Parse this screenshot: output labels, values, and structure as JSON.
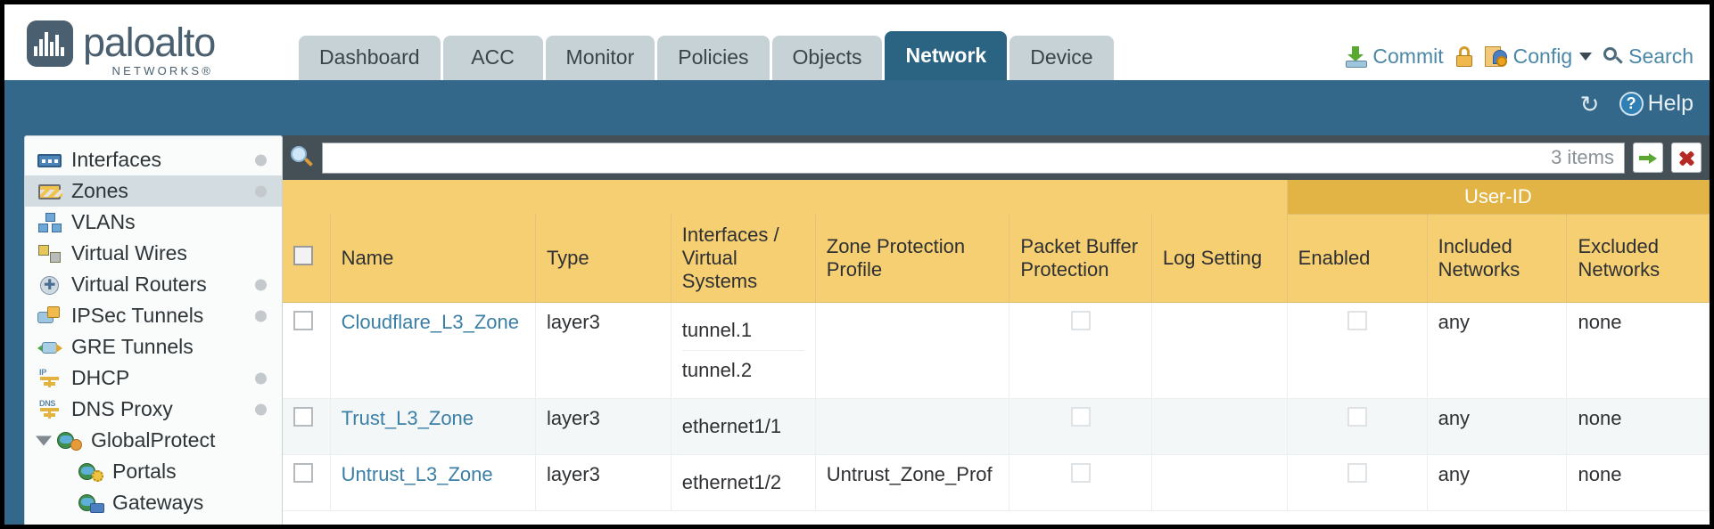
{
  "brand": {
    "name": "paloalto",
    "sub": "NETWORKS®",
    "logo_icon": "paloalto-logo-icon"
  },
  "nav_tabs": [
    {
      "label": "Dashboard",
      "active": false
    },
    {
      "label": "ACC",
      "active": false
    },
    {
      "label": "Monitor",
      "active": false
    },
    {
      "label": "Policies",
      "active": false
    },
    {
      "label": "Objects",
      "active": false
    },
    {
      "label": "Network",
      "active": true
    },
    {
      "label": "Device",
      "active": false
    }
  ],
  "top_actions": {
    "commit": "Commit",
    "commit_icon": "commit-icon",
    "lock_icon": "lock-icon",
    "config": "Config",
    "config_icon": "config-icon",
    "config_caret_icon": "chevron-down-icon",
    "search": "Search",
    "search_icon": "search-icon"
  },
  "subbar": {
    "refresh_icon": "refresh-icon",
    "help": "Help",
    "help_icon": "help-icon"
  },
  "sidebar": {
    "items": [
      {
        "label": "Interfaces",
        "icon": "interfaces-icon",
        "selected": false,
        "dot": true,
        "child": false,
        "expandable": false
      },
      {
        "label": "Zones",
        "icon": "zones-icon",
        "selected": true,
        "dot": true,
        "child": false,
        "expandable": false
      },
      {
        "label": "VLANs",
        "icon": "vlans-icon",
        "selected": false,
        "dot": false,
        "child": false,
        "expandable": false
      },
      {
        "label": "Virtual Wires",
        "icon": "virtual-wires-icon",
        "selected": false,
        "dot": false,
        "child": false,
        "expandable": false
      },
      {
        "label": "Virtual Routers",
        "icon": "virtual-routers-icon",
        "selected": false,
        "dot": true,
        "child": false,
        "expandable": false
      },
      {
        "label": "IPSec Tunnels",
        "icon": "ipsec-tunnels-icon",
        "selected": false,
        "dot": true,
        "child": false,
        "expandable": false
      },
      {
        "label": "GRE Tunnels",
        "icon": "gre-tunnels-icon",
        "selected": false,
        "dot": false,
        "child": false,
        "expandable": false
      },
      {
        "label": "DHCP",
        "icon": "dhcp-icon",
        "selected": false,
        "dot": true,
        "child": false,
        "expandable": false
      },
      {
        "label": "DNS Proxy",
        "icon": "dns-proxy-icon",
        "selected": false,
        "dot": true,
        "child": false,
        "expandable": false
      },
      {
        "label": "GlobalProtect",
        "icon": "globalprotect-icon",
        "selected": false,
        "dot": false,
        "child": false,
        "expandable": true
      },
      {
        "label": "Portals",
        "icon": "portals-icon",
        "selected": false,
        "dot": false,
        "child": true,
        "expandable": false
      },
      {
        "label": "Gateways",
        "icon": "gateways-icon",
        "selected": false,
        "dot": false,
        "child": true,
        "expandable": false
      }
    ]
  },
  "filter_bar": {
    "search_icon": "search-icon",
    "value": "",
    "placeholder": "",
    "item_count": "3 items",
    "apply_icon": "apply-filter-arrow-icon",
    "clear_icon": "clear-filter-x-icon"
  },
  "table": {
    "group_header": {
      "label": "User-ID",
      "spans": [
        "Enabled",
        "Included Networks",
        "Excluded Networks"
      ]
    },
    "columns": [
      "Name",
      "Type",
      "Interfaces / Virtual Systems",
      "Zone Protection Profile",
      "Packet Buffer Protection",
      "Log Setting",
      "Enabled",
      "Included Networks",
      "Excluded Networks"
    ],
    "rows": [
      {
        "name": "Cloudflare_L3_Zone",
        "type": "layer3",
        "interfaces": [
          "tunnel.1",
          "tunnel.2"
        ],
        "zone_protection_profile": "",
        "packet_buffer_protection": false,
        "log_setting": "",
        "userid_enabled": false,
        "included_networks": "any",
        "excluded_networks": "none"
      },
      {
        "name": "Trust_L3_Zone",
        "type": "layer3",
        "interfaces": [
          "ethernet1/1"
        ],
        "zone_protection_profile": "",
        "packet_buffer_protection": false,
        "log_setting": "",
        "userid_enabled": false,
        "included_networks": "any",
        "excluded_networks": "none"
      },
      {
        "name": "Untrust_L3_Zone",
        "type": "layer3",
        "interfaces": [
          "ethernet1/2"
        ],
        "zone_protection_profile": "Untrust_Zone_Prof",
        "packet_buffer_protection": false,
        "log_setting": "",
        "userid_enabled": false,
        "included_networks": "any",
        "excluded_networks": "none"
      }
    ]
  },
  "colors": {
    "brand_blue": "#33688a",
    "tab_active": "#2b6382",
    "tab_inactive": "#c6d2d5",
    "header_gold": "#f5cf72",
    "group_gold": "#e1b445",
    "link_blue": "#3b7fa6",
    "filter_bar": "#454f56"
  }
}
